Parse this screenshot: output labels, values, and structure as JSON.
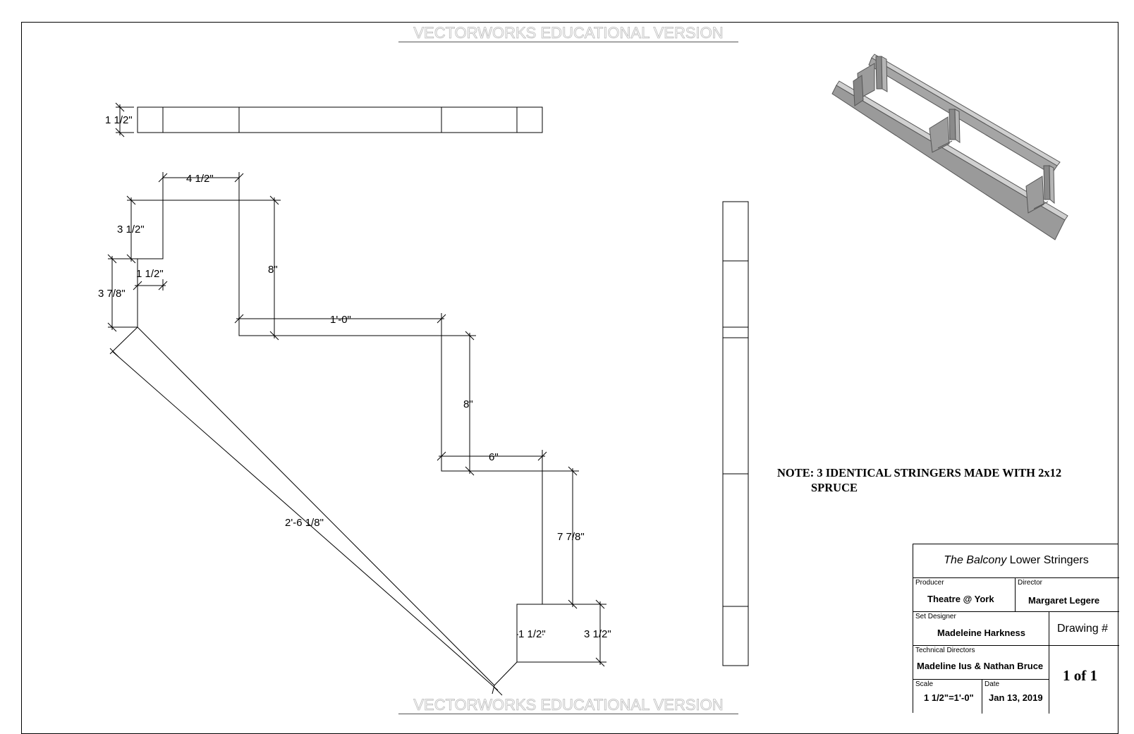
{
  "watermark": "VECTORWORKS EDUCATIONAL VERSION",
  "dimensions": {
    "top_thickness": "1 1/2\"",
    "top_tread": "4 1/2\"",
    "top_riser": "3 1/2\"",
    "heel_width": "1 1/2\"",
    "heel_height": "3 7/8\"",
    "riser_1": "8\"",
    "tread_1": "1'-0\"",
    "riser_2": "8\"",
    "tread_2": "6\"",
    "riser_3": "7 7/8\"",
    "foot_width": "1 1/2\"",
    "foot_height": "3 1/2\"",
    "diagonal": "2'-6 1/8\""
  },
  "note": {
    "line1": "NOTE: 3  IDENTICAL STRINGERS MADE WITH 2x12",
    "line2": "SPRUCE"
  },
  "title_block": {
    "show_title": "The Balcony",
    "drawing_title": "Lower Stringers",
    "producer_label": "Producer",
    "producer": "Theatre @ York",
    "director_label": "Director",
    "director": "Margaret Legere",
    "set_designer_label": "Set Designer",
    "set_designer": "Madeleine Harkness",
    "drawing_number_label": "Drawing #",
    "technical_directors_label": "Technical Directors",
    "technical_directors": "Madeline Ius & Nathan Bruce",
    "scale_label": "Scale",
    "scale": "1 1/2\"=1'-0\"",
    "date_label": "Date",
    "date": "Jan 13, 2019",
    "sheet": "1 of 1"
  }
}
